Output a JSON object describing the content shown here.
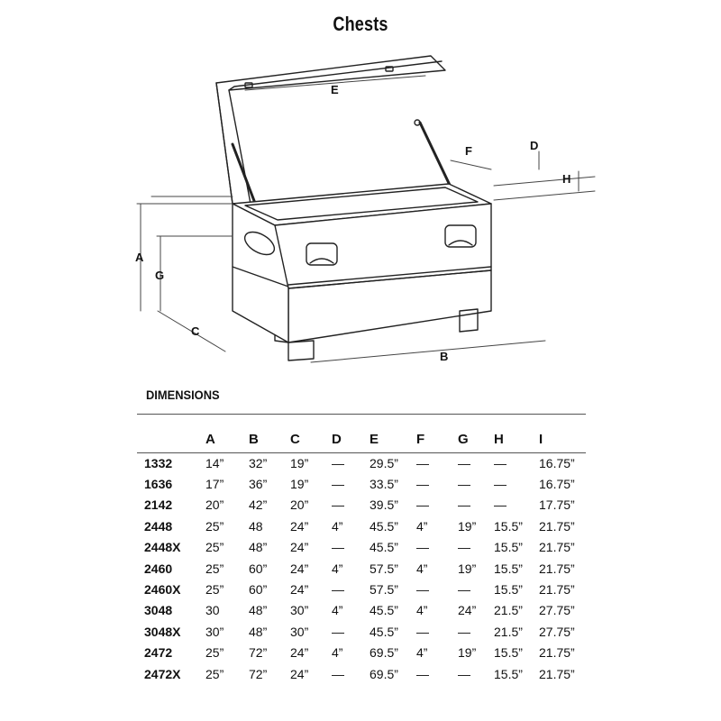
{
  "title": "Chests",
  "diagram_labels": {
    "A": "A",
    "B": "B",
    "C": "C",
    "D": "D",
    "E": "E",
    "F": "F",
    "G": "G",
    "H": "H"
  },
  "section_title": "DIMENSIONS",
  "columns": [
    "",
    "A",
    "B",
    "C",
    "D",
    "E",
    "F",
    "G",
    "H",
    "I"
  ],
  "rows": [
    [
      "1332",
      "14”",
      "32”",
      "19”",
      "—",
      "29.5”",
      "—",
      "—",
      "—",
      "16.75”"
    ],
    [
      "1636",
      "17”",
      "36”",
      "19”",
      "—",
      "33.5”",
      "—",
      "—",
      "—",
      "16.75”"
    ],
    [
      "2142",
      "20”",
      "42”",
      "20”",
      "—",
      "39.5”",
      "—",
      "—",
      "—",
      "17.75”"
    ],
    [
      "2448",
      "25”",
      "48",
      "24”",
      "4”",
      "45.5”",
      "4”",
      "19”",
      "15.5”",
      "21.75”"
    ],
    [
      "2448X",
      "25”",
      "48”",
      "24”",
      "—",
      "45.5”",
      "—",
      "—",
      "15.5”",
      "21.75”"
    ],
    [
      "2460",
      "25”",
      "60”",
      "24”",
      "4”",
      "57.5”",
      "4”",
      "19”",
      "15.5”",
      "21.75”"
    ],
    [
      "2460X",
      "25”",
      "60”",
      "24”",
      "—",
      "57.5”",
      "—",
      "—",
      "15.5”",
      "21.75”"
    ],
    [
      "3048",
      "30",
      "48”",
      "30”",
      "4”",
      "45.5”",
      "4”",
      "24”",
      "21.5”",
      "27.75”"
    ],
    [
      "3048X",
      "30”",
      "48”",
      "30”",
      "—",
      "45.5”",
      "—",
      "—",
      "21.5”",
      "27.75”"
    ],
    [
      "2472",
      "25”",
      "72”",
      "24”",
      "4”",
      "69.5”",
      "4”",
      "19”",
      "15.5”",
      "21.75”"
    ],
    [
      "2472X",
      "25”",
      "72”",
      "24”",
      "—",
      "69.5”",
      "—",
      "—",
      "15.5”",
      "21.75”"
    ]
  ]
}
